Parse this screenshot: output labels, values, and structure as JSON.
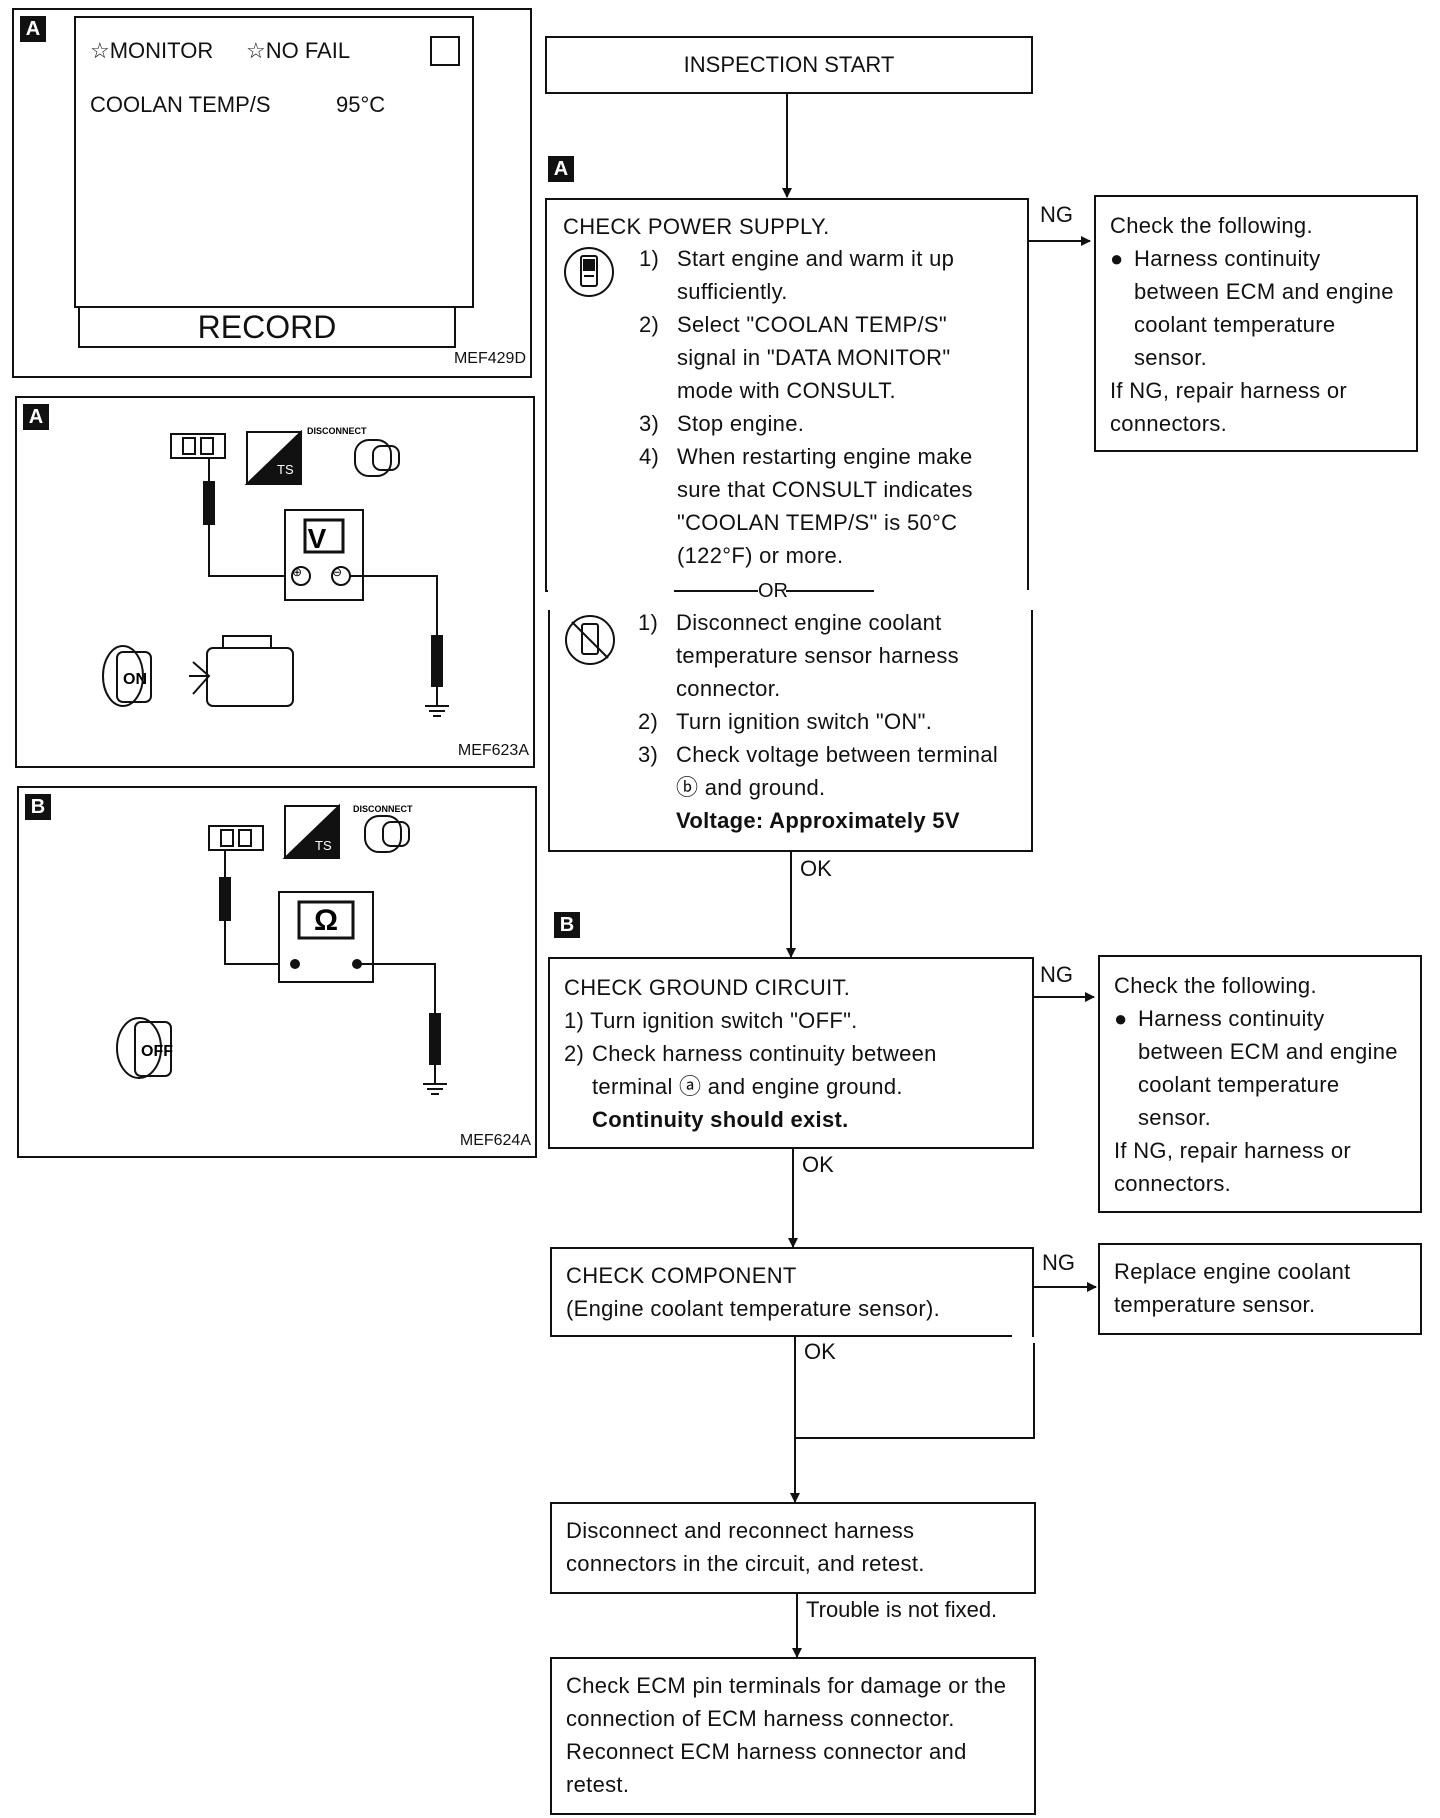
{
  "panel_a1": {
    "tag": "A",
    "monitor": "☆MONITOR",
    "nofail": "☆NO FAIL",
    "param": "COOLAN TEMP/S",
    "value": "95°C",
    "record": "RECORD",
    "code": "MEF429D"
  },
  "panel_a2": {
    "tag": "A",
    "disconnect": "DISCONNECT",
    "meter": "V",
    "ts": "TS",
    "key": "ON",
    "code": "MEF623A"
  },
  "panel_b": {
    "tag": "B",
    "disconnect": "DISCONNECT",
    "meter": "Ω",
    "ts": "TS",
    "key": "OFF",
    "code": "MEF624A"
  },
  "flow": {
    "start": "INSPECTION START",
    "tag_a": "A",
    "tag_b": "B",
    "power": {
      "title": "CHECK POWER SUPPLY.",
      "c1n": "1)",
      "c1": "Start engine and warm it up sufficiently.",
      "c2n": "2)",
      "c2": "Select \"COOLAN TEMP/S\" signal in \"DATA MONITOR\" mode with CONSULT.",
      "c3n": "3)",
      "c3": "Stop engine.",
      "c4n": "4)",
      "c4": "When restarting engine make sure that CONSULT indicates \"COOLAN TEMP/S\" is 50°C (122°F) or more.",
      "or": "OR",
      "n1n": "1)",
      "n1": "Disconnect engine coolant temperature sensor harness connector.",
      "n2n": "2)",
      "n2": "Turn ignition switch \"ON\".",
      "n3n": "3)",
      "n3": "Check voltage between terminal ⓑ and ground.",
      "spec": "Voltage: Approximately 5V"
    },
    "ground": {
      "title": "CHECK GROUND CIRCUIT.",
      "s1": "1) Turn ignition switch \"OFF\".",
      "s2n": "2)",
      "s2": "Check harness continuity between terminal ⓐ and engine ground.",
      "spec": "Continuity should exist."
    },
    "component": {
      "title": "CHECK COMPONENT",
      "sub": "(Engine coolant temperature sensor)."
    },
    "ng1": {
      "head": "Check the following.",
      "bullet": "●",
      "item": "Harness continuity between ECM and engine coolant temperature sensor.",
      "tail": "If NG, repair harness or connectors."
    },
    "ng2": {
      "head": "Check the following.",
      "bullet": "●",
      "item": "Harness continuity between ECM and engine coolant temperature sensor.",
      "tail": "If NG, repair harness or connectors."
    },
    "ng3": {
      "text": "Replace engine coolant temperature sensor."
    },
    "reconnect": {
      "text": "Disconnect and reconnect harness connectors in the circuit, and retest."
    },
    "ecm": {
      "text": "Check ECM pin terminals for damage or the connection of ECM harness connector. Reconnect ECM harness connector and retest."
    },
    "labels": {
      "ng": "NG",
      "ok": "OK",
      "not_fixed": "Trouble is not fixed."
    }
  }
}
